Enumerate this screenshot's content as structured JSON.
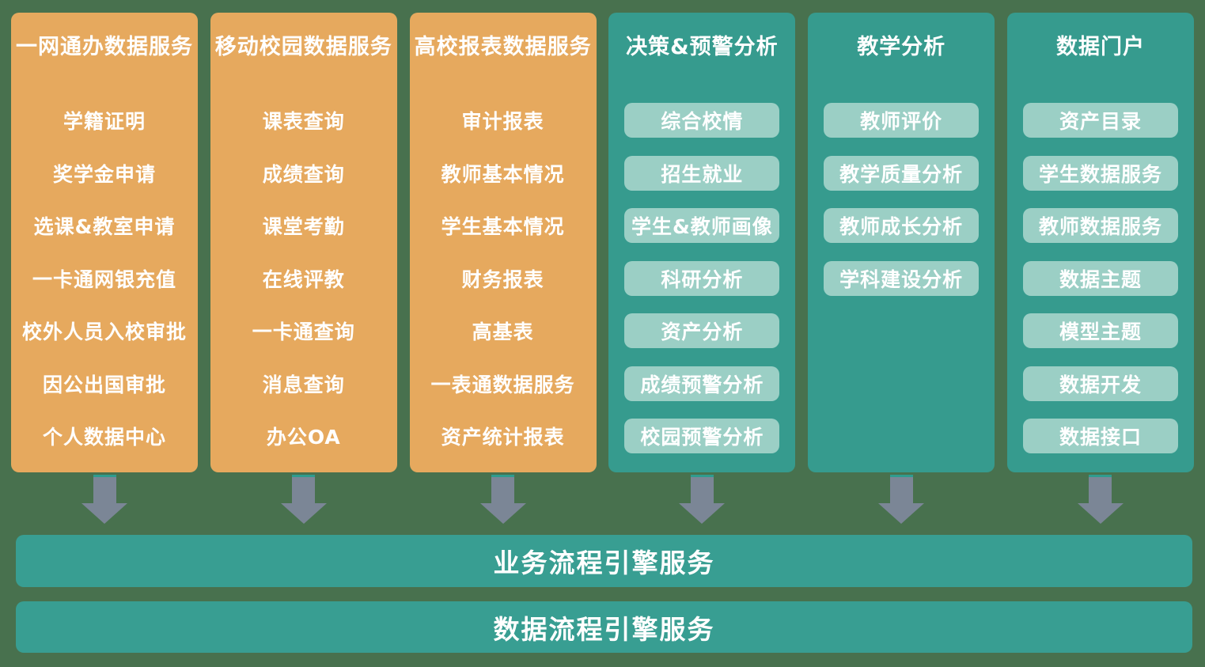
{
  "colors": {
    "background": "#48714E",
    "orange_column": "#E6A95E",
    "teal_column": "#369B8E",
    "pill": "#9BCFC5",
    "arrow": "#7B8696",
    "arrow_top_line": "#2F9C8E",
    "engine_bar": "#389E92",
    "text": "#FFFFFF"
  },
  "columns": [
    {
      "key": "one-stop-services",
      "type": "orange",
      "title": "一网通办数据服务",
      "items": [
        "学籍证明",
        "奖学金申请",
        "选课&教室申请",
        "一卡通网银充值",
        "校外人员入校审批",
        "因公出国审批",
        "个人数据中心"
      ]
    },
    {
      "key": "mobile-campus-services",
      "type": "orange",
      "title": "移动校园数据服务",
      "items": [
        "课表查询",
        "成绩查询",
        "课堂考勤",
        "在线评教",
        "一卡通查询",
        "消息查询",
        "办公OA"
      ]
    },
    {
      "key": "report-services",
      "type": "orange",
      "title": "高校报表数据服务",
      "items": [
        "审计报表",
        "教师基本情况",
        "学生基本情况",
        "财务报表",
        "高基表",
        "一表通数据服务",
        "资产统计报表"
      ]
    },
    {
      "key": "decision-warning-analysis",
      "type": "teal",
      "title": "决策&预警分析",
      "items": [
        "综合校情",
        "招生就业",
        "学生&教师画像",
        "科研分析",
        "资产分析",
        "成绩预警分析",
        "校园预警分析"
      ]
    },
    {
      "key": "teaching-analysis",
      "type": "teal",
      "title": "教学分析",
      "items": [
        "教师评价",
        "教学质量分析",
        "教师成长分析",
        "学科建设分析"
      ]
    },
    {
      "key": "data-portal",
      "type": "teal",
      "title": "数据门户",
      "items": [
        "资产目录",
        "学生数据服务",
        "教师数据服务",
        "数据主题",
        "模型主题",
        "数据开发",
        "数据接口"
      ]
    }
  ],
  "bars": [
    {
      "label": "业务流程引擎服务"
    },
    {
      "label": "数据流程引擎服务"
    }
  ]
}
